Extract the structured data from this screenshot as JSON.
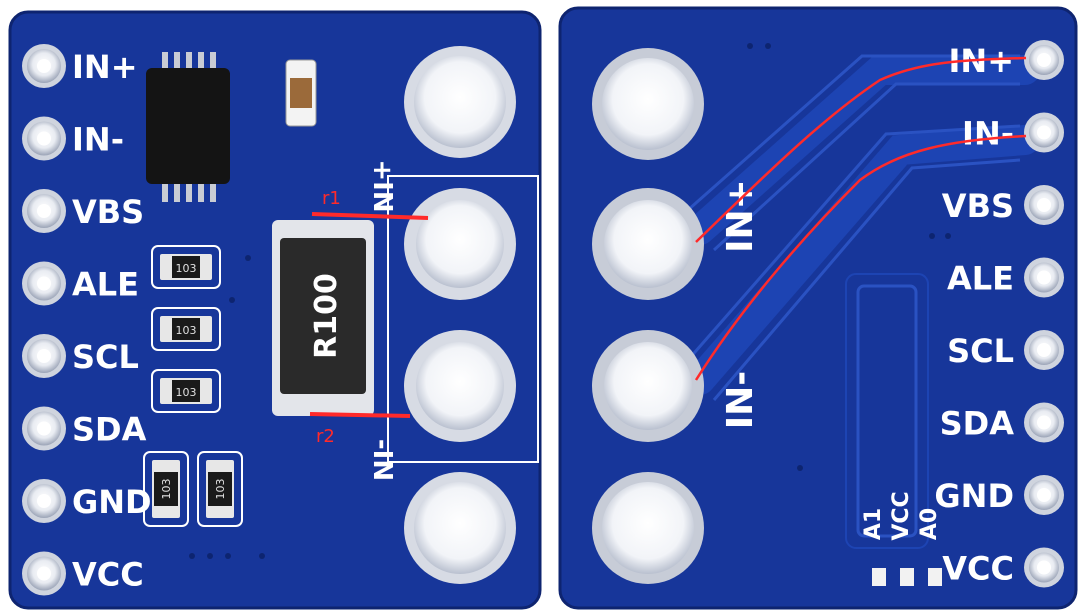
{
  "left_board": {
    "pins": [
      "IN+",
      "IN-",
      "VBS",
      "ALE",
      "SCL",
      "SDA",
      "GND",
      "VCC"
    ],
    "resistor_marking": "R100",
    "smd_resistors": [
      "103",
      "103",
      "103"
    ],
    "smd_caps": [
      "103",
      "103"
    ],
    "terminal_labels": [
      "+IN",
      "-IN"
    ],
    "annotations": [
      "r1",
      "r2"
    ]
  },
  "right_board": {
    "pins": [
      "IN+",
      "IN-",
      "VBS",
      "ALE",
      "SCL",
      "SDA",
      "GND",
      "VCC"
    ],
    "pad_labels": [
      "IN+",
      "IN-"
    ],
    "address_labels": [
      "A1",
      "VCC",
      "A0"
    ]
  },
  "colors": {
    "pcb_blue": "#17369a",
    "silkscreen": "#ffffff",
    "annotation_red": "#ff2a2a",
    "pad_silver": "#d9dde6"
  }
}
